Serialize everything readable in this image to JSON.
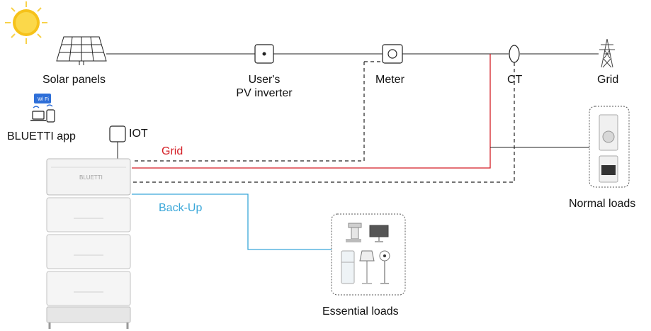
{
  "labels": {
    "solar_panels": "Solar panels",
    "inverter_line1": "User's",
    "inverter_line2": "PV inverter",
    "meter": "Meter",
    "ct": "CT",
    "grid_tower": "Grid",
    "app": "BLUETTI app",
    "iot": "IOT",
    "grid_line": "Grid",
    "backup_line": "Back-Up",
    "normal_loads": "Normal loads",
    "essential_loads": "Essential loads",
    "wifi_badge": "Wi Fi",
    "battery_brand": "BLUETTI"
  },
  "colors": {
    "grid_line": "#d41f26",
    "backup_line": "#3aa7d9",
    "wire": "#333333",
    "sun": "#f6c21a"
  },
  "icons": {
    "sun": "sun-icon",
    "solar": "solar-panel-icon",
    "inverter": "inverter-icon",
    "meter": "meter-icon",
    "ct": "current-transformer-icon",
    "tower": "transmission-tower-icon",
    "app": "devices-icon",
    "iot": "iot-module-icon",
    "battery": "battery-stack-icon"
  }
}
